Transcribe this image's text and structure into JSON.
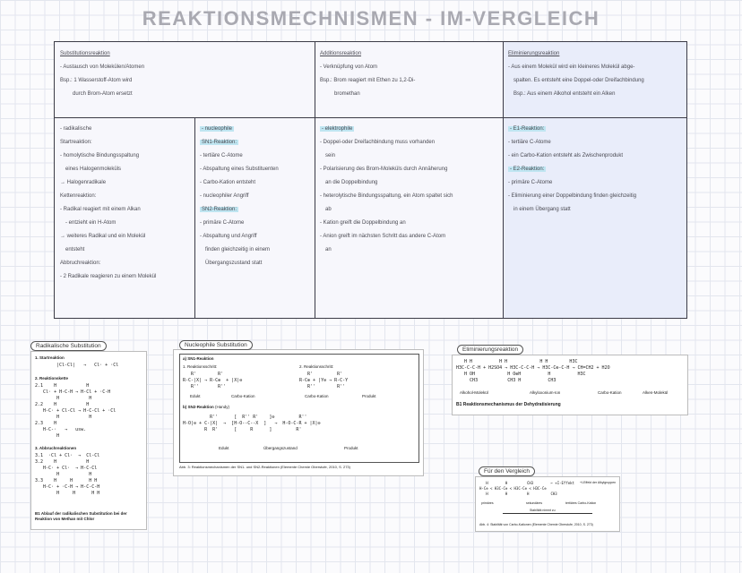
{
  "title": "REAKTIONSMECHNISMEN - IM-VERGLEICH",
  "table": {
    "top": [
      {
        "heading": "Substitutionsreaktion",
        "lines": [
          "- Austausch von Molekülen/Atomen",
          "Bsp.: 1 Wasserstoff-Atom wird",
          "durch Brom-Atom ersetzt"
        ]
      },
      {
        "heading": "Additionsreaktion",
        "lines": [
          "- Verknüpfung von Atom",
          "Bsp.: Brom reagiert mit Ethen zu 1,2-Di-",
          "bromethan"
        ]
      },
      {
        "heading": "Eliminierungsreaktion",
        "lines": [
          "- Aus einem Molekül wird ein kleineres Molekül abge-",
          "spalten. Es entsteht eine Doppel-oder Dreifachbindung",
          "Bsp.: Aus einem Alkohol entsteht ein Alken"
        ]
      }
    ],
    "bottom": {
      "radical": [
        "- radikalische",
        "Startreaktion:",
        "- homolytische Bindungsspaltung",
        "eines Halogenmoleküls",
        "→ Halogenradikale",
        "Kettenreaktion:",
        "- Radikal reagiert mit einem Alkan",
        "- entzieht ein H-Atom",
        "→ weiteres Radikal und ein Molekül",
        "entsteht",
        "Abbruchreaktion:",
        "- 2 Radikale reagieren zu einem Molekül"
      ],
      "nucleophilic": [
        "- nucleophile",
        "SN1-Reaktion:",
        "- tertiäre C-Atome",
        "- Abspaltung eines Substituenten",
        "- Carbo-Kation entsteht",
        "- nucleophiler Angriff",
        "SN2-Reaktion:",
        "- primäre C-Atome",
        "- Abspaltung und Angriff",
        "finden gleichzeitig in einem",
        "Übergangszustand statt"
      ],
      "addition": [
        "- elektrophile",
        "- Doppel-oder Dreifachbindung muss vorhanden",
        "sein",
        "- Polarisierung des Brom-Moleküls durch Annäherung",
        "an die Doppelbindung",
        "- heterolytische Bindungsspaltung, ein Atom spaltet sich",
        "ab",
        "- Kation greift die Doppelbindung an",
        "- Anion greift im nächsten Schritt das andere C-Atom",
        "an"
      ],
      "elimination": [
        "- E1-Reaktion:",
        "- tertiäre C-Atome",
        "- ein Carbo-Kation entsteht als Zwischenprodukt",
        "- E2-Reaktion:",
        "- primäre C-Atome",
        "- Eliminierung einer Doppelbindung finden gleichzeitig",
        "in einem Übergang statt"
      ]
    }
  },
  "tags": {
    "radical": "Radikalische Substitution",
    "nucleophilic": "Nucleophile Substitution",
    "elimination": "Eliminierungsreaktion",
    "comparison": "Für den Vergleich"
  },
  "radical_panel": {
    "section1": "1. Startreaktion",
    "section2": "2. Reaktionskette",
    "section3": "3. Abbruchreaktionen",
    "caption": "B1 Ablauf der radikalischen Substitution bei der Reaktion von Methan mit Chlor"
  },
  "nuc_panel": {
    "a": "a) SN1-Reaktion",
    "step1": "1. Reaktionsschritt:",
    "step2": "2. Reaktionsschritt:",
    "edukt": "Edukt",
    "carbo1": "Carbo-Kation",
    "carbo2": "Carbo-Kation",
    "produkt1": "Produkt",
    "b": "b) SN2-Reaktion",
    "b_note": "(Handy)",
    "edukt2": "Edukt",
    "uebergang": "Übergangszustand",
    "produkt2": "Produkt",
    "caption": "Abb. 3: Reaktionsmechanismen der SN1- und SN2-Reaktionen (Elemente Chemie Oberstufe, 2010, S. 273)"
  },
  "elim_panel": {
    "labels": [
      "Alkohol-Molekül",
      "Alkyloxonium-Ion",
      "Carbo-Kation",
      "Alken-Molekül"
    ],
    "caption": "B1 Reaktionsmechanismus der Dehydratisierung"
  },
  "compare_panel": {
    "labels": [
      "primäres",
      "sekundäres",
      "tertiäres Carbo-Kation"
    ],
    "note": "+I-Effekt der Alkylgruppen",
    "arrow": "Stabilität nimmt zu",
    "caption": "Abb. 4: Stabilität von Carbo-Kationen (Elemente Chemie Oberstufe, 2010, S. 273)"
  }
}
